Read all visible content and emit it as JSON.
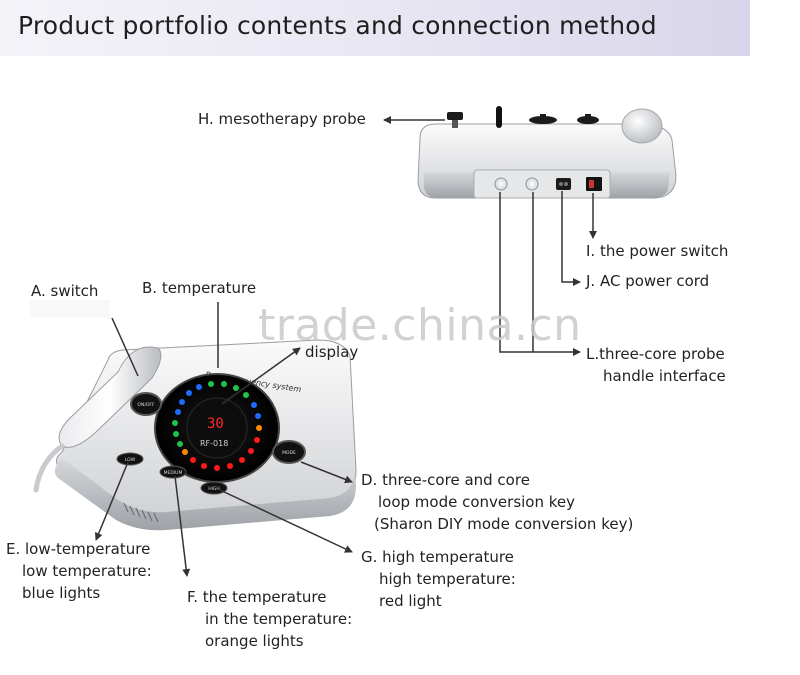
{
  "title": "Product portfolio contents and connection method",
  "watermark": "trade.china.cn",
  "device": {
    "brand_text": "Radio frequency system",
    "model_text": "RF-018",
    "display_value": "30",
    "buttons": {
      "switch": "ON/OFF",
      "mode": "MODE",
      "low": "LOW",
      "medium": "MEDIUM",
      "high": "HIGH"
    },
    "ring_colors": {
      "low": "#1f6bff",
      "medium": "#ff8a00",
      "high": "#ff1a1a",
      "green": "#22c34a"
    }
  },
  "labels": {
    "h": "H. mesotherapy probe",
    "i": "I. the power switch",
    "j": "J. AC power cord",
    "l_1": "L.three-core probe",
    "l_2": "handle interface",
    "a": "A. switch",
    "b": "B. temperature",
    "b_2": "display",
    "d_1": "D. three-core and core",
    "d_2": "loop mode conversion key",
    "d_3": "(Sharon DIY mode conversion key)",
    "e_1": "E. low-temperature",
    "e_2": "low temperature:",
    "e_3": "blue lights",
    "f_1": "F. the temperature",
    "f_2": "in the temperature:",
    "f_3": "orange lights",
    "g_1": "G. high temperature",
    "g_2": "high temperature:",
    "g_3": "red light"
  }
}
